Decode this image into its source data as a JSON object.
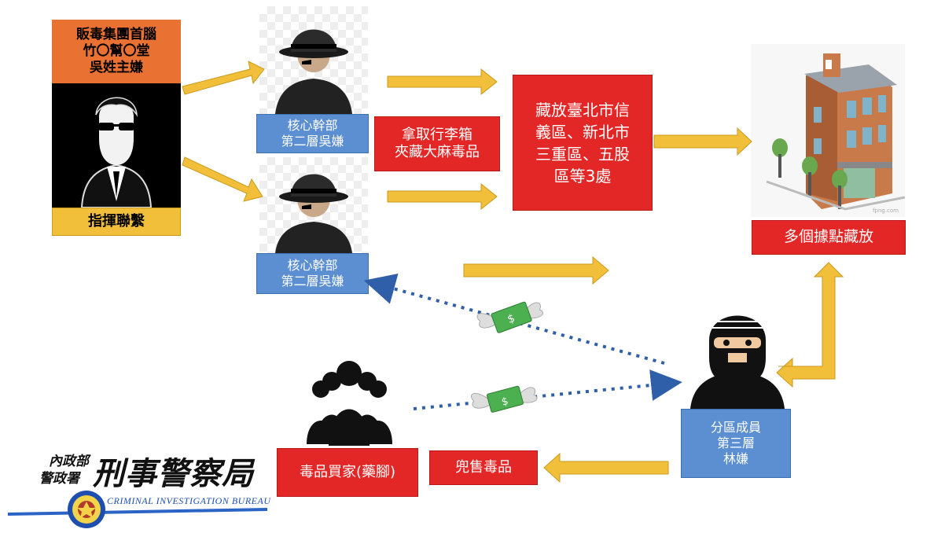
{
  "boss": {
    "title": "販毒集團首腦\n竹〇幫〇堂\n吳姓主嫌",
    "role": "指揮聯繫"
  },
  "cadres": [
    {
      "label": "核心幹部\n第二層吳嫌"
    },
    {
      "label": "核心幹部\n第二層吳嫌"
    }
  ],
  "action_fetch": "拿取行李箱\n夾藏大麻毒品",
  "storage_locations": "藏放臺北市信\n義區、新北市\n三重區、五股\n區等3處",
  "building_label": "多個據點藏放",
  "watermark": "fpng.com",
  "district_member": "分區成員\n第三層\n林嫌",
  "sell_action": "兜售毒品",
  "buyer": "毒品買家(藥腳)",
  "logo": {
    "agency_line1": "內政部",
    "agency_line2": "警政署",
    "bureau_cn": "刑事警察局",
    "bureau_en": "CRIMINAL INVESTIGATION BUREAU"
  },
  "colors": {
    "arrow_yellow": "#f2bf3a",
    "money_dots": "#2e5fa8",
    "red_box": "#e32626",
    "blue_box": "#5b8fd1",
    "orange_box": "#e97132"
  }
}
